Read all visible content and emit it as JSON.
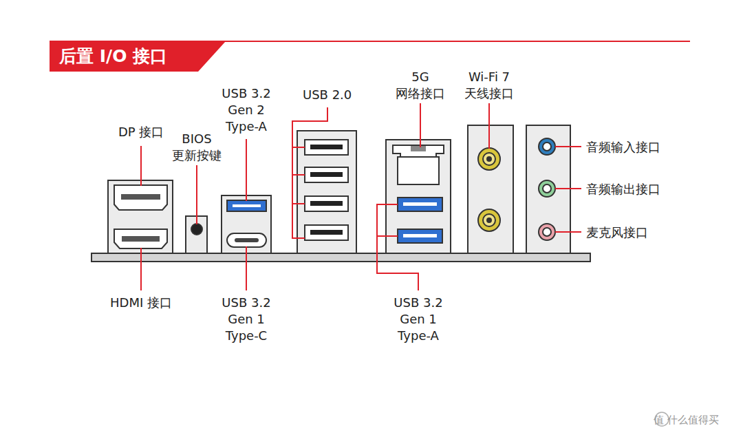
{
  "diagram": {
    "title": "后置 I/O 接口",
    "labels": [
      "DP 接口",
      "BIOS 更新按键",
      "USB 3.2 Gen 2 Type-A",
      "USB 2.0",
      "5G 网络接口",
      "Wi-Fi 7 天线接口",
      "音频输入接口",
      "音频输出接口",
      "麦克风接口",
      "HDMI 接口",
      "USB 3.2 Gen 1 Type-C",
      "USB 3.2 Gen 1 Type-A",
      "值 什么值得买"
    ]
  }
}
